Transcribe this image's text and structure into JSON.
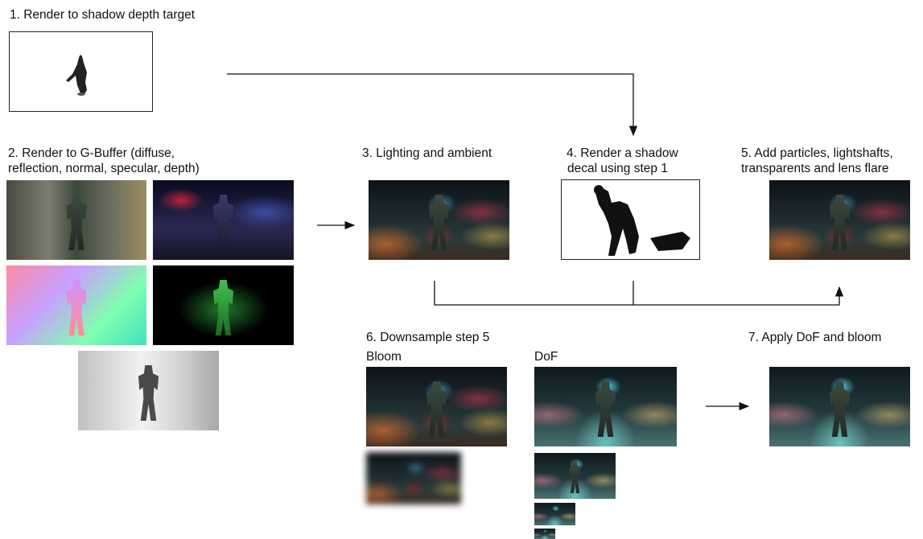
{
  "steps": {
    "s1": "1. Render to shadow depth target",
    "s2_line1": "2. Render to G-Buffer (diffuse,",
    "s2_line2": "reflection, normal, specular, depth)",
    "s3": "3. Lighting and ambient",
    "s4_line1": "4. Render a shadow",
    "s4_line2": "decal using step 1",
    "s5_line1": "5. Add particles, lightshafts,",
    "s5_line2": "transparents and lens flare",
    "s6": "6. Downsample step 5",
    "s7": "7. Apply DoF and bloom"
  },
  "sublabels": {
    "bloom": "Bloom",
    "dof": "DoF"
  }
}
